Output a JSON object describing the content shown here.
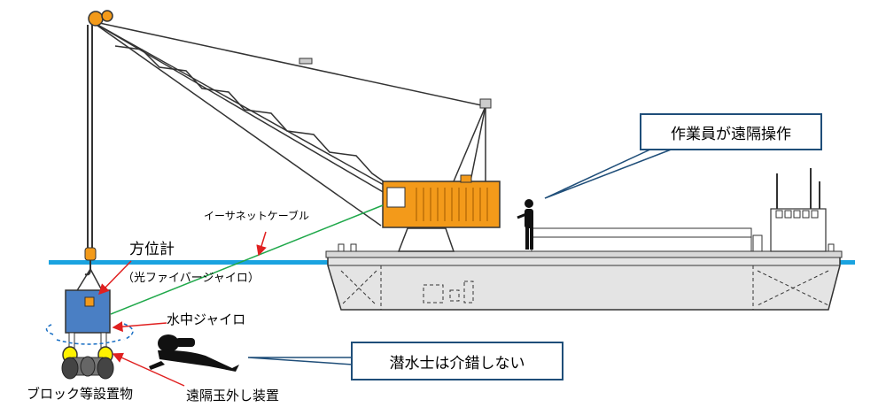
{
  "labels": {
    "ethernet_cable": "イーサネットケーブル",
    "compass": "方位計",
    "fiber_gyro": "（光ファイバージャイロ）",
    "underwater_gyro": "水中ジャイロ",
    "block_object": "ブロック等設置物",
    "remote_release": "遠隔玉外し装置"
  },
  "callouts": {
    "remote_operation": "作業員が遠隔操作",
    "no_diver": "潜水士は介錯しない"
  },
  "colors": {
    "water": "#1aa3e0",
    "crane_body": "#f39a1a",
    "barge": "#e4e4e4",
    "cable": "#1fa84a",
    "arrow": "#e02020",
    "callout_border": "#1f4e79",
    "block": "#4a7fc4"
  }
}
